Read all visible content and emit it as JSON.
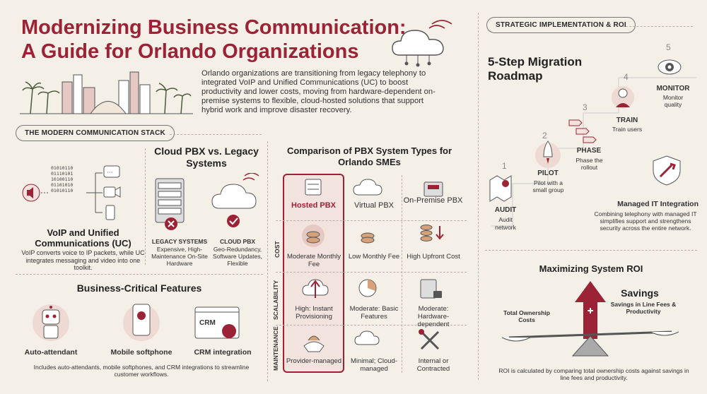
{
  "header": {
    "title_line1": "Modernizing Business Communication:",
    "title_line2": "A Guide for Orlando Organizations",
    "intro": "Orlando organizations are transitioning from legacy telephony to integrated VoIP and Unified Communications (UC) to boost productivity and lower costs, moving from hardware-dependent on-premise systems to flexible, cloud-hosted solutions that support hybrid work and improve disaster recovery."
  },
  "stack": {
    "section_label": "THE MODERN COMMUNICATION STACK",
    "voip_title": "VoIP and Unified Communications (UC)",
    "voip_desc": "VoIP converts voice to IP packets, while UC integrates messaging and video into one toolkit.",
    "binary": [
      "01010110",
      "01110101",
      "10100110",
      "01101010",
      "01010110"
    ],
    "cloud_title": "Cloud PBX vs. Legacy Systems",
    "legacy_label": "LEGACY SYSTEMS",
    "legacy_desc": "Expensive, High-Maintenance On-Site Hardware",
    "cloudpbx_label": "CLOUD PBX",
    "cloudpbx_desc": "Geo-Redundancy, Software Updates, Flexible"
  },
  "features": {
    "title": "Business-Critical Features",
    "items": [
      "Auto-attendant",
      "Mobile softphone",
      "CRM integration"
    ],
    "crm_badge": "CRM",
    "desc": "Includes auto-attendants, mobile softphones, and CRM integrations to streamline customer workflows."
  },
  "comparison": {
    "title": "Comparison of PBX System Types for Orlando SMEs",
    "columns": [
      "Hosted PBX",
      "Virtual PBX",
      "On-Premise PBX"
    ],
    "rows": [
      {
        "label": "COST",
        "cells": [
          "Moderate Monthly Fee",
          "Low Monthly Fee",
          "High Upfront Cost"
        ]
      },
      {
        "label": "SCALABILITY",
        "cells": [
          "High: Instant Provisioning",
          "Moderate: Basic Features",
          "Moderate: Hardware-dependent"
        ]
      },
      {
        "label": "MAINTENANCE",
        "cells": [
          "Provider-managed",
          "Minimal; Cloud-managed",
          "Internal or Contracted"
        ]
      }
    ]
  },
  "roadmap": {
    "section_label": "STRATEGIC IMPLEMENTATION & ROI",
    "title": "5-Step Migration Roadmap",
    "steps": [
      {
        "num": "1",
        "name": "AUDIT",
        "desc": "Audit network"
      },
      {
        "num": "2",
        "name": "PILOT",
        "desc": "Pilot with a small group"
      },
      {
        "num": "3",
        "name": "PHASE",
        "desc": "Phase the rollout"
      },
      {
        "num": "4",
        "name": "TRAIN",
        "desc": "Train users"
      },
      {
        "num": "5",
        "name": "MONITOR",
        "desc": "Monitor quality"
      }
    ],
    "managed_title": "Managed IT Integration",
    "managed_desc": "Combining telephony with managed IT simplifies support and strengthens security across the entire network."
  },
  "roi": {
    "title": "Maximizing System ROI",
    "tco_label": "Total Ownership Costs",
    "savings_title": "Savings",
    "savings_desc": "Savings in Line Fees & Productivity",
    "desc": "ROI is calculated by comparing total ownership costs against savings in line fees and productivity."
  },
  "colors": {
    "accent": "#9b2335",
    "background": "#f4efe7",
    "hosted_fill": "#f3e3df"
  }
}
